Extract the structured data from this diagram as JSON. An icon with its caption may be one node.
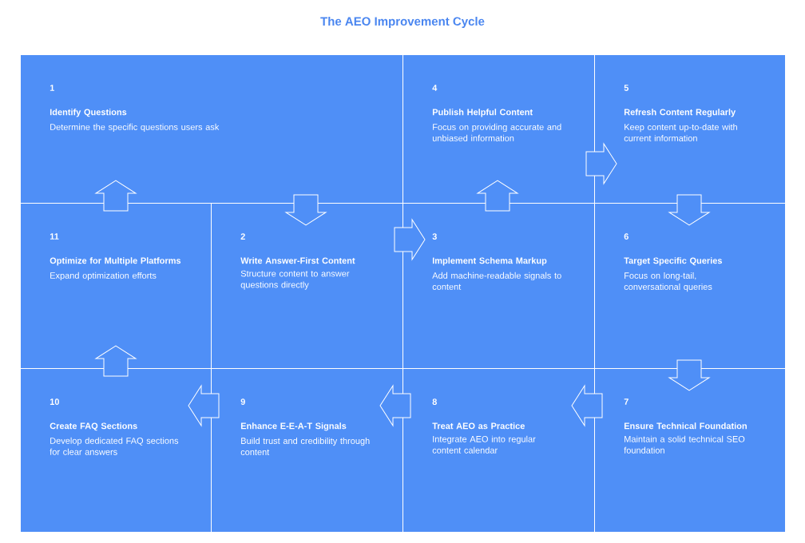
{
  "diagram": {
    "title": "The AEO Improvement Cycle",
    "nodes": [
      {
        "text": [
          "1",
          "Identify Questions",
          "Determine the specific questions users ask"
        ]
      },
      {
        "text": [
          "4",
          "Publish Helpful Content",
          "Focus on providing accurate and unbiased information"
        ]
      },
      {
        "text": [
          "5",
          "Refresh Content Regularly",
          "Keep content up-to-date with current information"
        ]
      },
      {
        "text": [
          "11",
          "Optimize for Multiple Platforms",
          "Expand optimization efforts"
        ]
      },
      {
        "text": [
          "2",
          "Write Answer-First Content",
          "Structure content to answer questions directly"
        ]
      },
      {
        "text": [
          "3",
          "Implement Schema Markup",
          "Add machine-readable signals to content"
        ]
      },
      {
        "text": [
          "6",
          "Target Specific Queries",
          "Focus on long-tail, conversational queries"
        ]
      },
      {
        "text": [
          "10",
          "Create FAQ Sections",
          "Develop dedicated FAQ sections for clear answers"
        ]
      },
      {
        "text": [
          "9",
          "Enhance E-E-A-T Signals",
          "Build trust and credibility through content"
        ]
      },
      {
        "text": [
          "8",
          "Treat AEO as Practice",
          "Integrate AEO into regular content calendar"
        ]
      },
      {
        "text": [
          "7",
          "Ensure Technical Foundation",
          "Maintain a solid technical SEO foundation"
        ]
      }
    ],
    "edges": [
      {
        "from": 0,
        "to": 4,
        "arrow": "to"
      },
      {
        "from": 4,
        "to": 5,
        "arrow": "to"
      },
      {
        "from": 5,
        "to": 1,
        "arrow": "to"
      },
      {
        "from": 1,
        "to": 2,
        "arrow": "to"
      },
      {
        "from": 2,
        "to": 6,
        "arrow": "to"
      },
      {
        "from": 6,
        "to": 10,
        "arrow": "to"
      },
      {
        "from": 10,
        "to": 9,
        "arrow": "to"
      },
      {
        "from": 9,
        "to": 8,
        "arrow": "to"
      },
      {
        "from": 8,
        "to": 7,
        "arrow": "to"
      },
      {
        "from": 7,
        "to": 3,
        "arrow": "to"
      },
      {
        "from": 3,
        "to": 0,
        "arrow": "to"
      }
    ]
  }
}
